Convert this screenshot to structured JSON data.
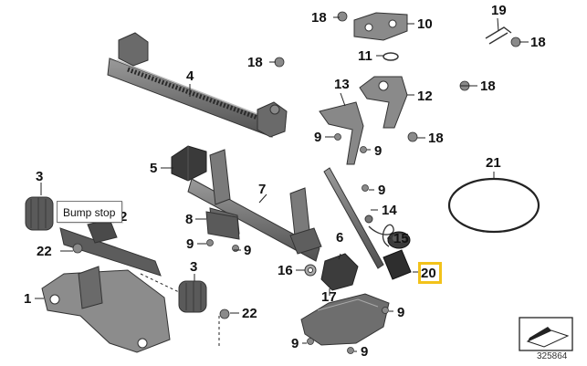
{
  "tooltip": {
    "text": "Bump stop"
  },
  "reference_number": "325864",
  "highlighted_callout": "20",
  "colors": {
    "highlight": "#f2c21a",
    "part_fill": "#707070",
    "part_dark": "#3e3e3e"
  },
  "icons": [
    "screw-icon",
    "view-direction-arrow-icon"
  ],
  "callouts": {
    "c1": "1",
    "c2": "2",
    "c3a": "3",
    "c3b": "3",
    "c4": "4",
    "c5": "5",
    "c6": "6",
    "c7": "7",
    "c8": "8",
    "c9a": "9",
    "c9b": "9",
    "c9c": "9",
    "c9d": "9",
    "c9e": "9",
    "c9f": "9",
    "c9g": "9",
    "c10": "10",
    "c11": "11",
    "c12": "12",
    "c13": "13",
    "c14": "14",
    "c15": "15",
    "c16": "16",
    "c17": "17",
    "c18a": "18",
    "c18b": "18",
    "c18c": "18",
    "c18d": "18",
    "c18e": "18",
    "c19": "19",
    "c20": "20",
    "c21": "21",
    "c22a": "22",
    "c22b": "22"
  }
}
